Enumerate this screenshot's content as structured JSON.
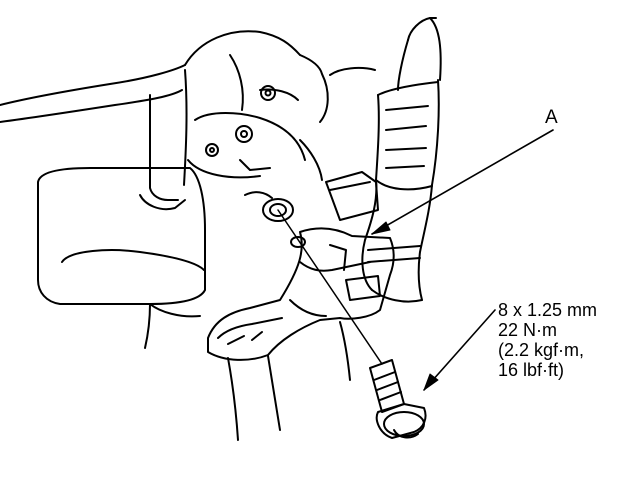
{
  "callout_a": {
    "letter": "A"
  },
  "fastener_spec": {
    "size": "8 x 1.25 mm",
    "torque_nm": "22 N·m",
    "torque_kgfm": "(2.2 kgf·m,",
    "torque_lbfft": "16 lbf·ft)"
  },
  "colors": {
    "line": "#000000",
    "background": "#ffffff"
  }
}
